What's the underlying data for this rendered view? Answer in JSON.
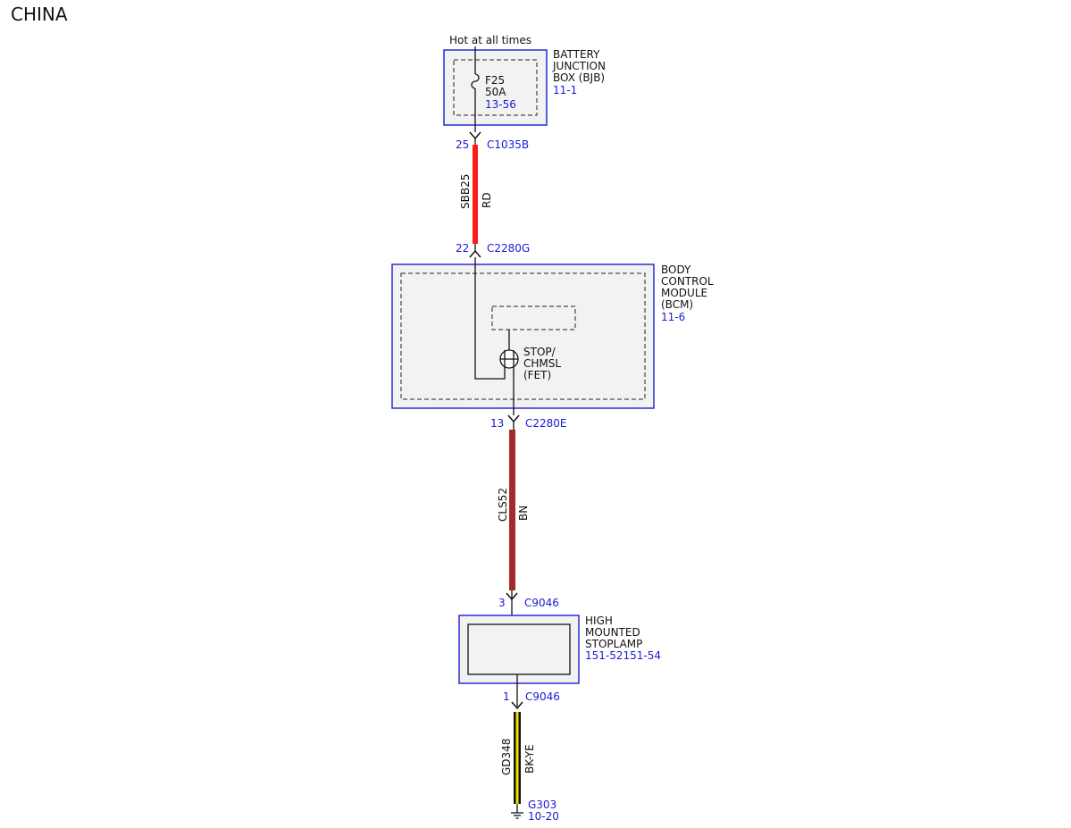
{
  "page_title": "CHINA",
  "colors": {
    "module_border": "#2b2bd6",
    "module_fill": "#f2f2f2",
    "ref_text": "#1a1ad4",
    "wire_rd": "#ff1a1a",
    "wire_bn": "#a52a2a",
    "wire_bk": "#111111",
    "wire_ye": "#f0e000"
  },
  "supply": {
    "label": "Hot at all times"
  },
  "bjb": {
    "name_lines": [
      "BATTERY",
      "JUNCTION",
      "BOX (BJB)"
    ],
    "ref": "11-1",
    "fuse": {
      "name": "F25",
      "rating": "50A",
      "ref": "13-56"
    }
  },
  "bcm": {
    "name_lines": [
      "BODY",
      "CONTROL",
      "MODULE",
      "(BCM)"
    ],
    "ref": "11-6",
    "fet_lines": [
      "STOP/",
      "CHMSL",
      "(FET)"
    ]
  },
  "stoplamp": {
    "name_lines": [
      "HIGH",
      "MOUNTED",
      "STOPLAMP"
    ],
    "ref": "151-52151-54"
  },
  "connectors": [
    {
      "pin": "25",
      "name": "C1035B"
    },
    {
      "pin": "22",
      "name": "C2280G"
    },
    {
      "pin": "13",
      "name": "C2280E"
    },
    {
      "pin": "3",
      "name": "C9046"
    },
    {
      "pin": "1",
      "name": "C9046"
    }
  ],
  "wires": [
    {
      "circuit": "SBB25",
      "color": "RD"
    },
    {
      "circuit": "CLS52",
      "color": "BN"
    },
    {
      "circuit": "GD348",
      "color": "BK-YE"
    }
  ],
  "ground": {
    "name": "G303",
    "ref": "10-20"
  }
}
